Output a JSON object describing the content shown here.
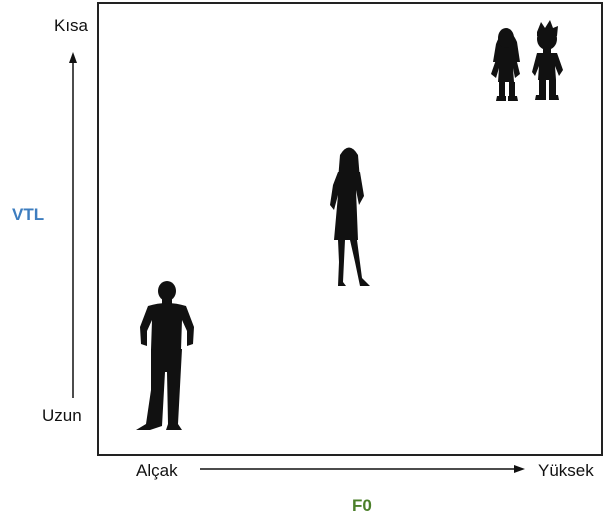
{
  "y_axis": {
    "title": "VTL",
    "top_label": "Kısa",
    "bottom_label": "Uzun",
    "title_color": "#3d7dbf"
  },
  "x_axis": {
    "title": "F0",
    "left_label": "Alçak",
    "right_label": "Yüksek",
    "title_color": "#4b7f2a"
  },
  "figures": [
    "man-silhouette-icon",
    "woman-silhouette-icon",
    "girl-silhouette-icon",
    "boy-silhouette-icon"
  ],
  "colors": {
    "silhouette": "#111111",
    "frame": "#222222",
    "arrow": "#111111"
  }
}
